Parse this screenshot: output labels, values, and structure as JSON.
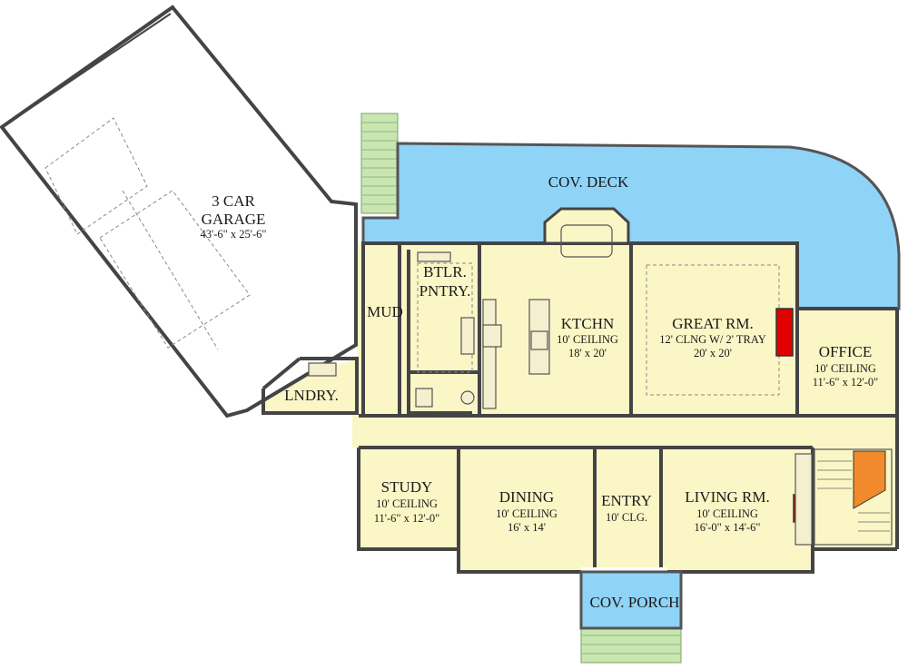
{
  "colors": {
    "floor": "#fbf6c6",
    "garage": "#ffffff",
    "deck": "#8fd3f7",
    "deck_stairs": "#c9e6b1",
    "fireplace": "#e00000",
    "stair": "#f08a2c",
    "wall": "#444444"
  },
  "rooms": {
    "garage": {
      "name": "3 CAR",
      "name2": "GARAGE",
      "size": "43'-6\" x 25'-6\""
    },
    "deck": {
      "name": "COV. DECK"
    },
    "butler": {
      "name": "BTLR.",
      "name2": "PNTRY."
    },
    "mud": {
      "name": "MUD"
    },
    "laundry": {
      "name": "LNDRY."
    },
    "kitchen": {
      "name": "KTCHN",
      "ceiling": "10' CEILING",
      "size": "18' x 20'"
    },
    "great": {
      "name": "GREAT RM.",
      "ceiling": "12' CLNG W/ 2' TRAY",
      "size": "20' x 20'"
    },
    "office": {
      "name": "OFFICE",
      "ceiling": "10' CEILING",
      "size": "11'-6\" x 12'-0\""
    },
    "study": {
      "name": "STUDY",
      "ceiling": "10' CEILING",
      "size": "11'-6\" x 12'-0\""
    },
    "dining": {
      "name": "DINING",
      "ceiling": "10' CEILING",
      "size": "16' x 14'"
    },
    "entry": {
      "name": "ENTRY",
      "ceiling": "10' CLG."
    },
    "living": {
      "name": "LIVING RM.",
      "ceiling": "10' CEILING",
      "size": "16'-0\" x 14'-6\""
    },
    "porch": {
      "name": "COV. PORCH"
    }
  }
}
